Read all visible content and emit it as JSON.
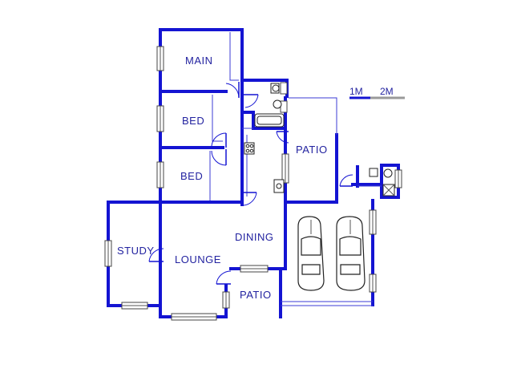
{
  "plan": {
    "rooms": {
      "main": "MAIN",
      "bed1": "BED",
      "bed2": "BED",
      "patio_upper": "PATIO",
      "dining": "DINING",
      "study": "STUDY",
      "lounge": "LOUNGE",
      "patio_lower": "PATIO"
    },
    "scale": {
      "mark1": "1M",
      "mark2": "2M"
    }
  },
  "colors": {
    "wall": "#1414d2",
    "label": "#2323a0",
    "background": "#ffffff"
  }
}
